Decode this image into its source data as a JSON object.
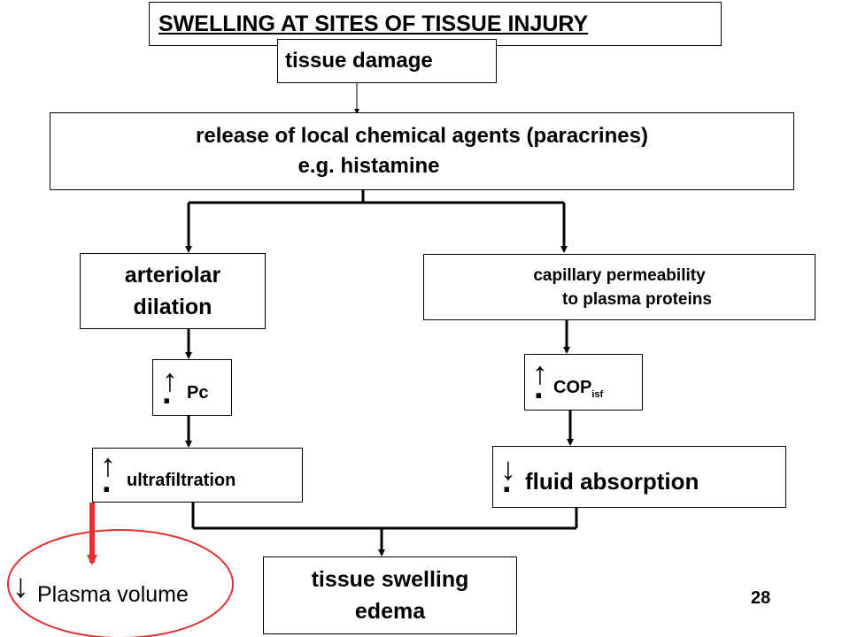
{
  "title": "SWELLING AT SITES OF TISSUE INJURY",
  "nodes": {
    "tissue_damage": "tissue damage",
    "release_line1": "release of local chemical agents (paracrines)",
    "release_line2": "e.g.  histamine",
    "arteriolar_line1": "arteriolar",
    "arteriolar_line2": "dilation",
    "capillary_line1": "capillary permeability",
    "capillary_line2": "to plasma proteins",
    "pc": "Pc",
    "cop": "COP",
    "cop_sub": "isf",
    "ultrafiltration": "ultrafiltration",
    "fluid_absorption": "fluid absorption",
    "swelling_line1": "tissue swelling",
    "swelling_line2": "edema",
    "plasma_volume": "Plasma volume"
  },
  "symbols": {
    "up_arrow": "↑",
    "down_arrow": "↓",
    "dot": "."
  },
  "page_number": "28",
  "colors": {
    "line": "#000000",
    "highlight": "#e03030"
  }
}
